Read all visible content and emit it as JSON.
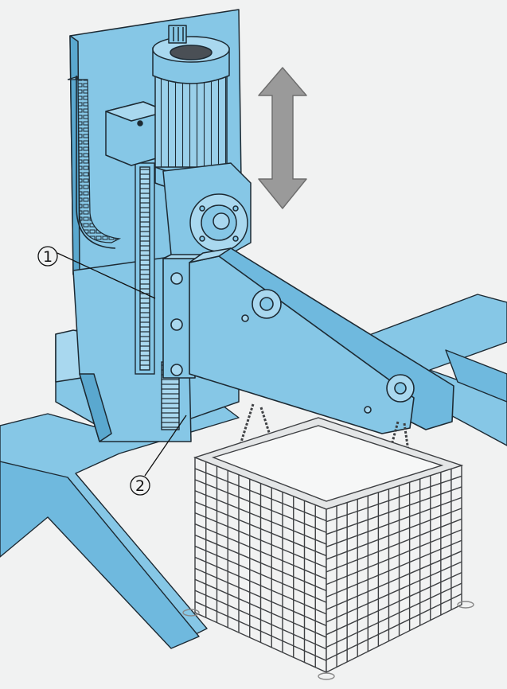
{
  "callouts": [
    {
      "id": "1",
      "label": "①"
    },
    {
      "id": "2",
      "label": "②"
    }
  ],
  "motion": {
    "direction": "vertical",
    "indicator": "double-arrow-icon"
  },
  "colors": {
    "background": "#f1f2f2",
    "machine_fill": "#86c7e6",
    "machine_light": "#a9d8ef",
    "machine_dark": "#5aa8cf",
    "outline": "#1d2a33",
    "arrow_fill": "#9a9a9a",
    "basket_wire": "#3d3f42"
  }
}
